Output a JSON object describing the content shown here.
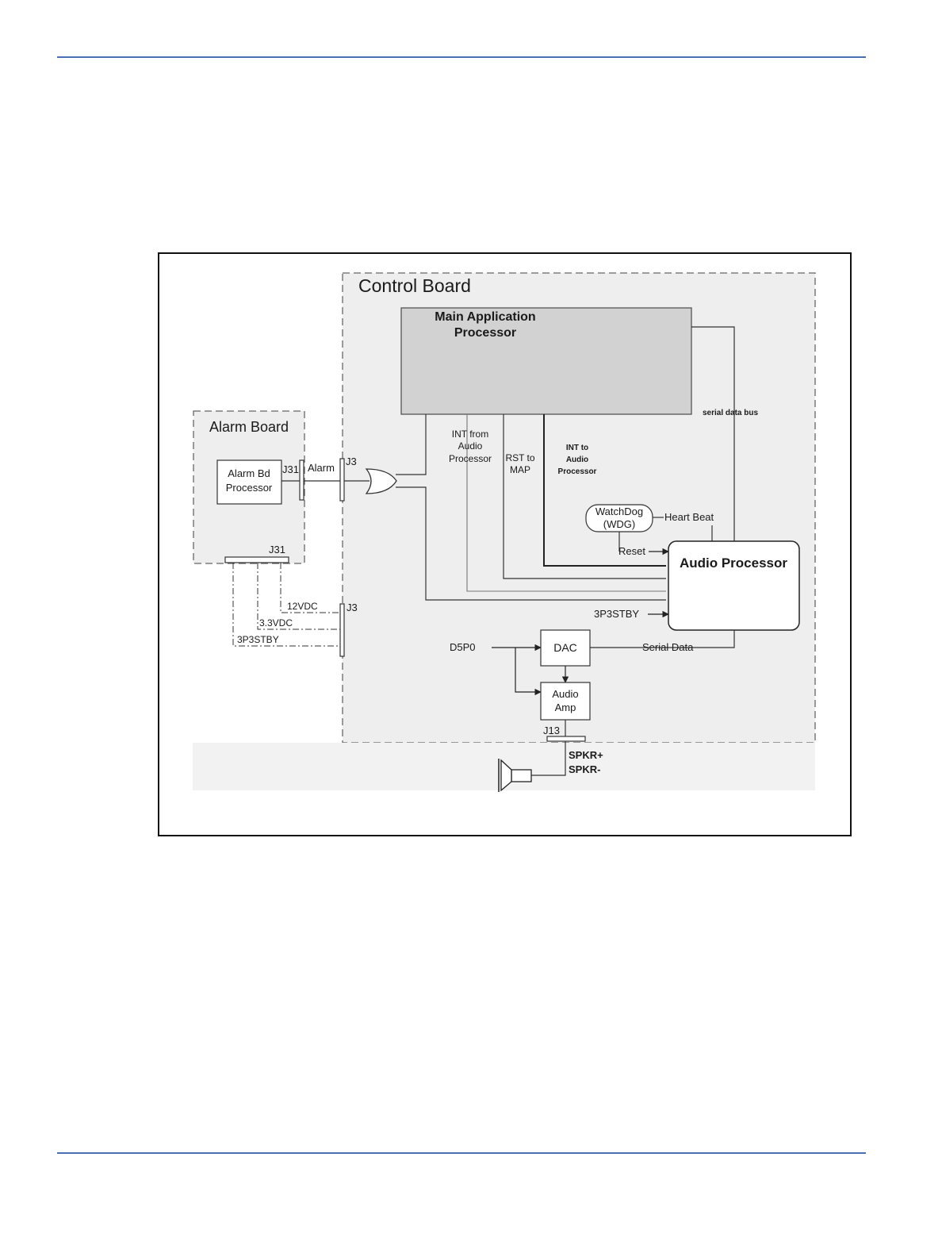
{
  "colors": {
    "rule": "#4a6fb5",
    "board_fill": "#eeeeee",
    "processor_fill": "#d2d2d2"
  },
  "diagram": {
    "labels": {
      "control_board": "Control Board",
      "main_processor_line1": "Main Application",
      "main_processor_line2": "Processor",
      "alarm_board": "Alarm Board",
      "alarm_proc_line1": "Alarm Bd",
      "alarm_proc_line2": "Processor",
      "j31_top": "J31",
      "alarm_signal": "Alarm",
      "j3_top": "J3",
      "j31_bottom": "J31",
      "v12": "12VDC",
      "v33": "3.3VDC",
      "v3p3stby_left": "3P3STBY",
      "j3_bottom": "J3",
      "int_from_1": "INT from",
      "int_from_2": "Audio",
      "int_from_3": "Processor",
      "rst_1": "RST to",
      "rst_2": "MAP",
      "int_to_1": "INT to",
      "int_to_2": "Audio",
      "int_to_3": "Processor",
      "serial_bus": "serial data bus",
      "wdg_1": "WatchDog",
      "wdg_2": "(WDG)",
      "heart_beat": "Heart Beat",
      "reset": "Reset",
      "audio_processor": "Audio Processor",
      "v3p3stby_right": "3P3STBY",
      "d5p0": "D5P0",
      "dac": "DAC",
      "serial_data": "Serial Data",
      "amp_1": "Audio",
      "amp_2": "Amp",
      "j13": "J13",
      "spkr_plus": "SPKR+",
      "spkr_minus": "SPKR-"
    }
  }
}
